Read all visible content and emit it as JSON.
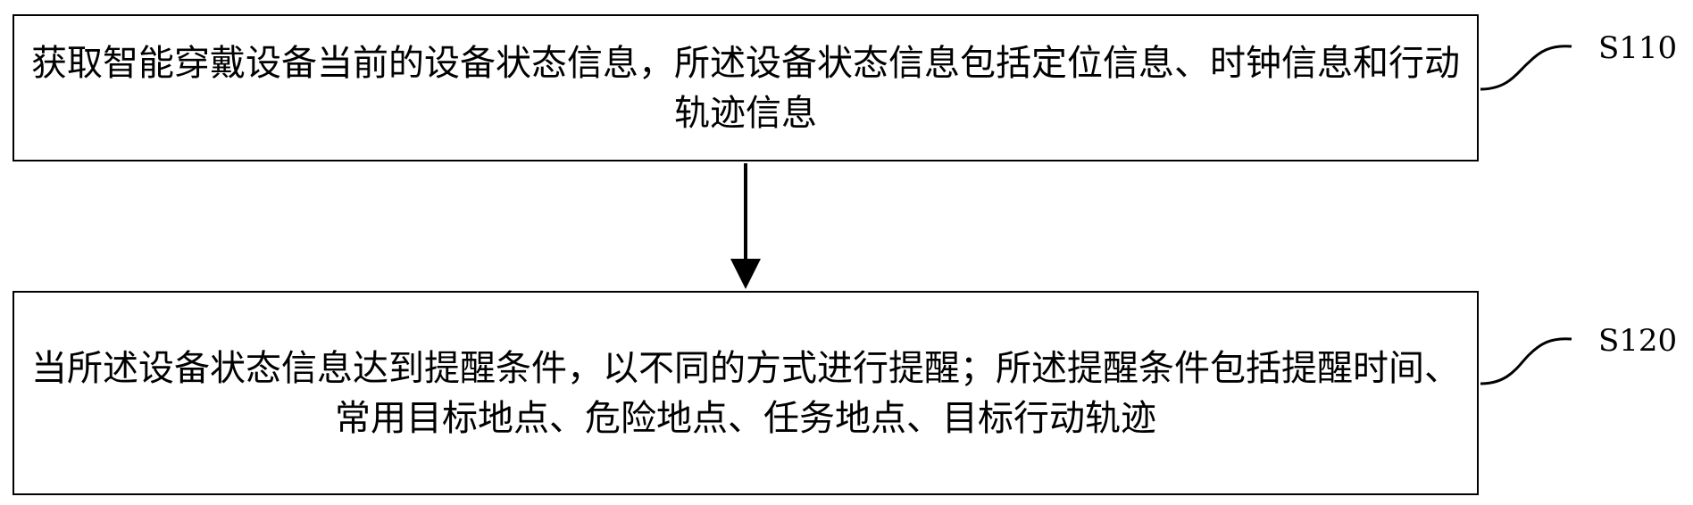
{
  "steps": [
    {
      "label": "S110",
      "text": "获取智能穿戴设备当前的设备状态信息，所述设备状态信息包括定位信息、时钟信息和行动轨迹信息"
    },
    {
      "label": "S120",
      "text": "当所述设备状态信息达到提醒条件，以不同的方式进行提醒；所述提醒条件包括提醒时间、常用目标地点、危险地点、任务地点、目标行动轨迹"
    }
  ],
  "colors": {
    "stroke": "#000000",
    "background": "#ffffff"
  }
}
